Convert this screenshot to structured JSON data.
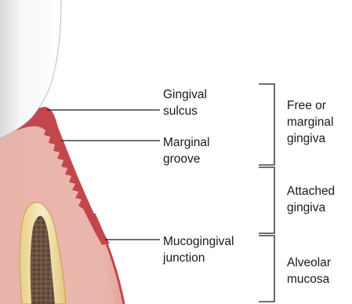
{
  "labels": {
    "gingival_sulcus": [
      "Gingival",
      "sulcus"
    ],
    "marginal_groove": [
      "Marginal",
      "groove"
    ],
    "mucogingival_junction": [
      "Mucogingival",
      "junction"
    ]
  },
  "zones": {
    "free_marginal_gingiva": [
      "Free or",
      "marginal",
      "gingiva"
    ],
    "attached_gingiva": [
      "Attached",
      "gingiva"
    ],
    "alveolar_mucosa": [
      "Alveolar",
      "mucosa"
    ]
  },
  "colors": {
    "tooth_enamel": "#f3f3f3",
    "gingiva": "#c2474d",
    "mucosa": "#e8b9ae",
    "bone": "#f0dfa8",
    "marrow": "#5a4636",
    "line": "#1a1a1a"
  }
}
